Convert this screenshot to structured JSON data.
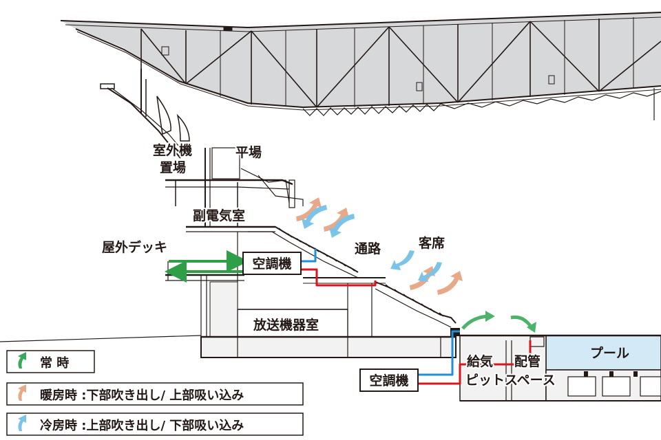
{
  "labels": {
    "outdoor_unit_area_1": "室外機",
    "outdoor_unit_area_2": "置場",
    "flat_area": "平場",
    "sub_electrical_room": "副電気室",
    "outdoor_deck": "屋外デッキ",
    "air_conditioner_upper": "空調機",
    "passage": "通路",
    "seating": "客席",
    "broadcast_room": "放送機器室",
    "pool": "プール",
    "supply_air_pit": "給気",
    "piping_space": "配管",
    "pit_space": "ピットスペース",
    "air_conditioner_lower": "空調機"
  },
  "legend": [
    {
      "text": "常 時",
      "color": "#3aa85a"
    },
    {
      "text": "暖房時 :下部吹き出し/ 上部吸い込み",
      "color": "#e8a88a"
    },
    {
      "text": "冷房時 :上部吹き出し/ 下部吸い込み",
      "color": "#7cc3e8"
    }
  ],
  "colors": {
    "normal_flow": "#2e9e47",
    "heating_flow": "#e8a88a",
    "cooling_flow": "#7cc3e8",
    "supply_duct": "#d7161e",
    "return_duct": "#1f8fd6",
    "structure": "#231815",
    "pool_water": "#d3e9f6"
  }
}
